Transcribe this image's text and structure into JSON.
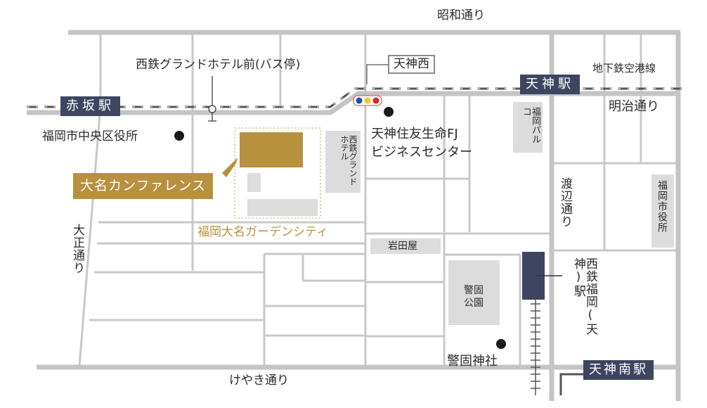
{
  "map": {
    "colors": {
      "road": "#c8c8c8",
      "road_major": "#bdbdbd",
      "station_bg": "#3d4560",
      "venue_gold": "#b8913f",
      "gray_block": "#dcdcdc",
      "text": "#2a2a2a"
    },
    "roads": {
      "showa": "昭和通り",
      "meiji": "明治通り",
      "taisho": "大正通り",
      "keyaki": "けやき通り",
      "watanabe": "渡辺通り"
    },
    "rail": {
      "subway_line": "地下鉄空港線"
    },
    "stations": {
      "akasaka": "赤坂駅",
      "tenjin": "天神駅",
      "tenjin_minami": "天神南駅",
      "tenjin_nishi": "天神西",
      "nishitetsu_fukuoka": "西鉄福岡(天神)駅"
    },
    "landmarks": {
      "bus_stop": "西鉄グランドホテル前(バス停)",
      "chuo_ward_office": "福岡市中央区役所",
      "sumitomo_fj_line1": "天神住友生命FJ",
      "sumitomo_fj_line2": "ビジネスセンター",
      "nishitetsu_grand_hotel": "西鉄グランドホテル",
      "fukuoka_parco": "福岡パルコ",
      "city_hall": "福岡市役所",
      "iwataya": "岩田屋",
      "keigo_park": "警固公園",
      "keigo_shrine": "警固神社",
      "garden_city": "福岡大名ガーデンシティ"
    },
    "venue": {
      "name": "大名カンファレンス"
    }
  }
}
